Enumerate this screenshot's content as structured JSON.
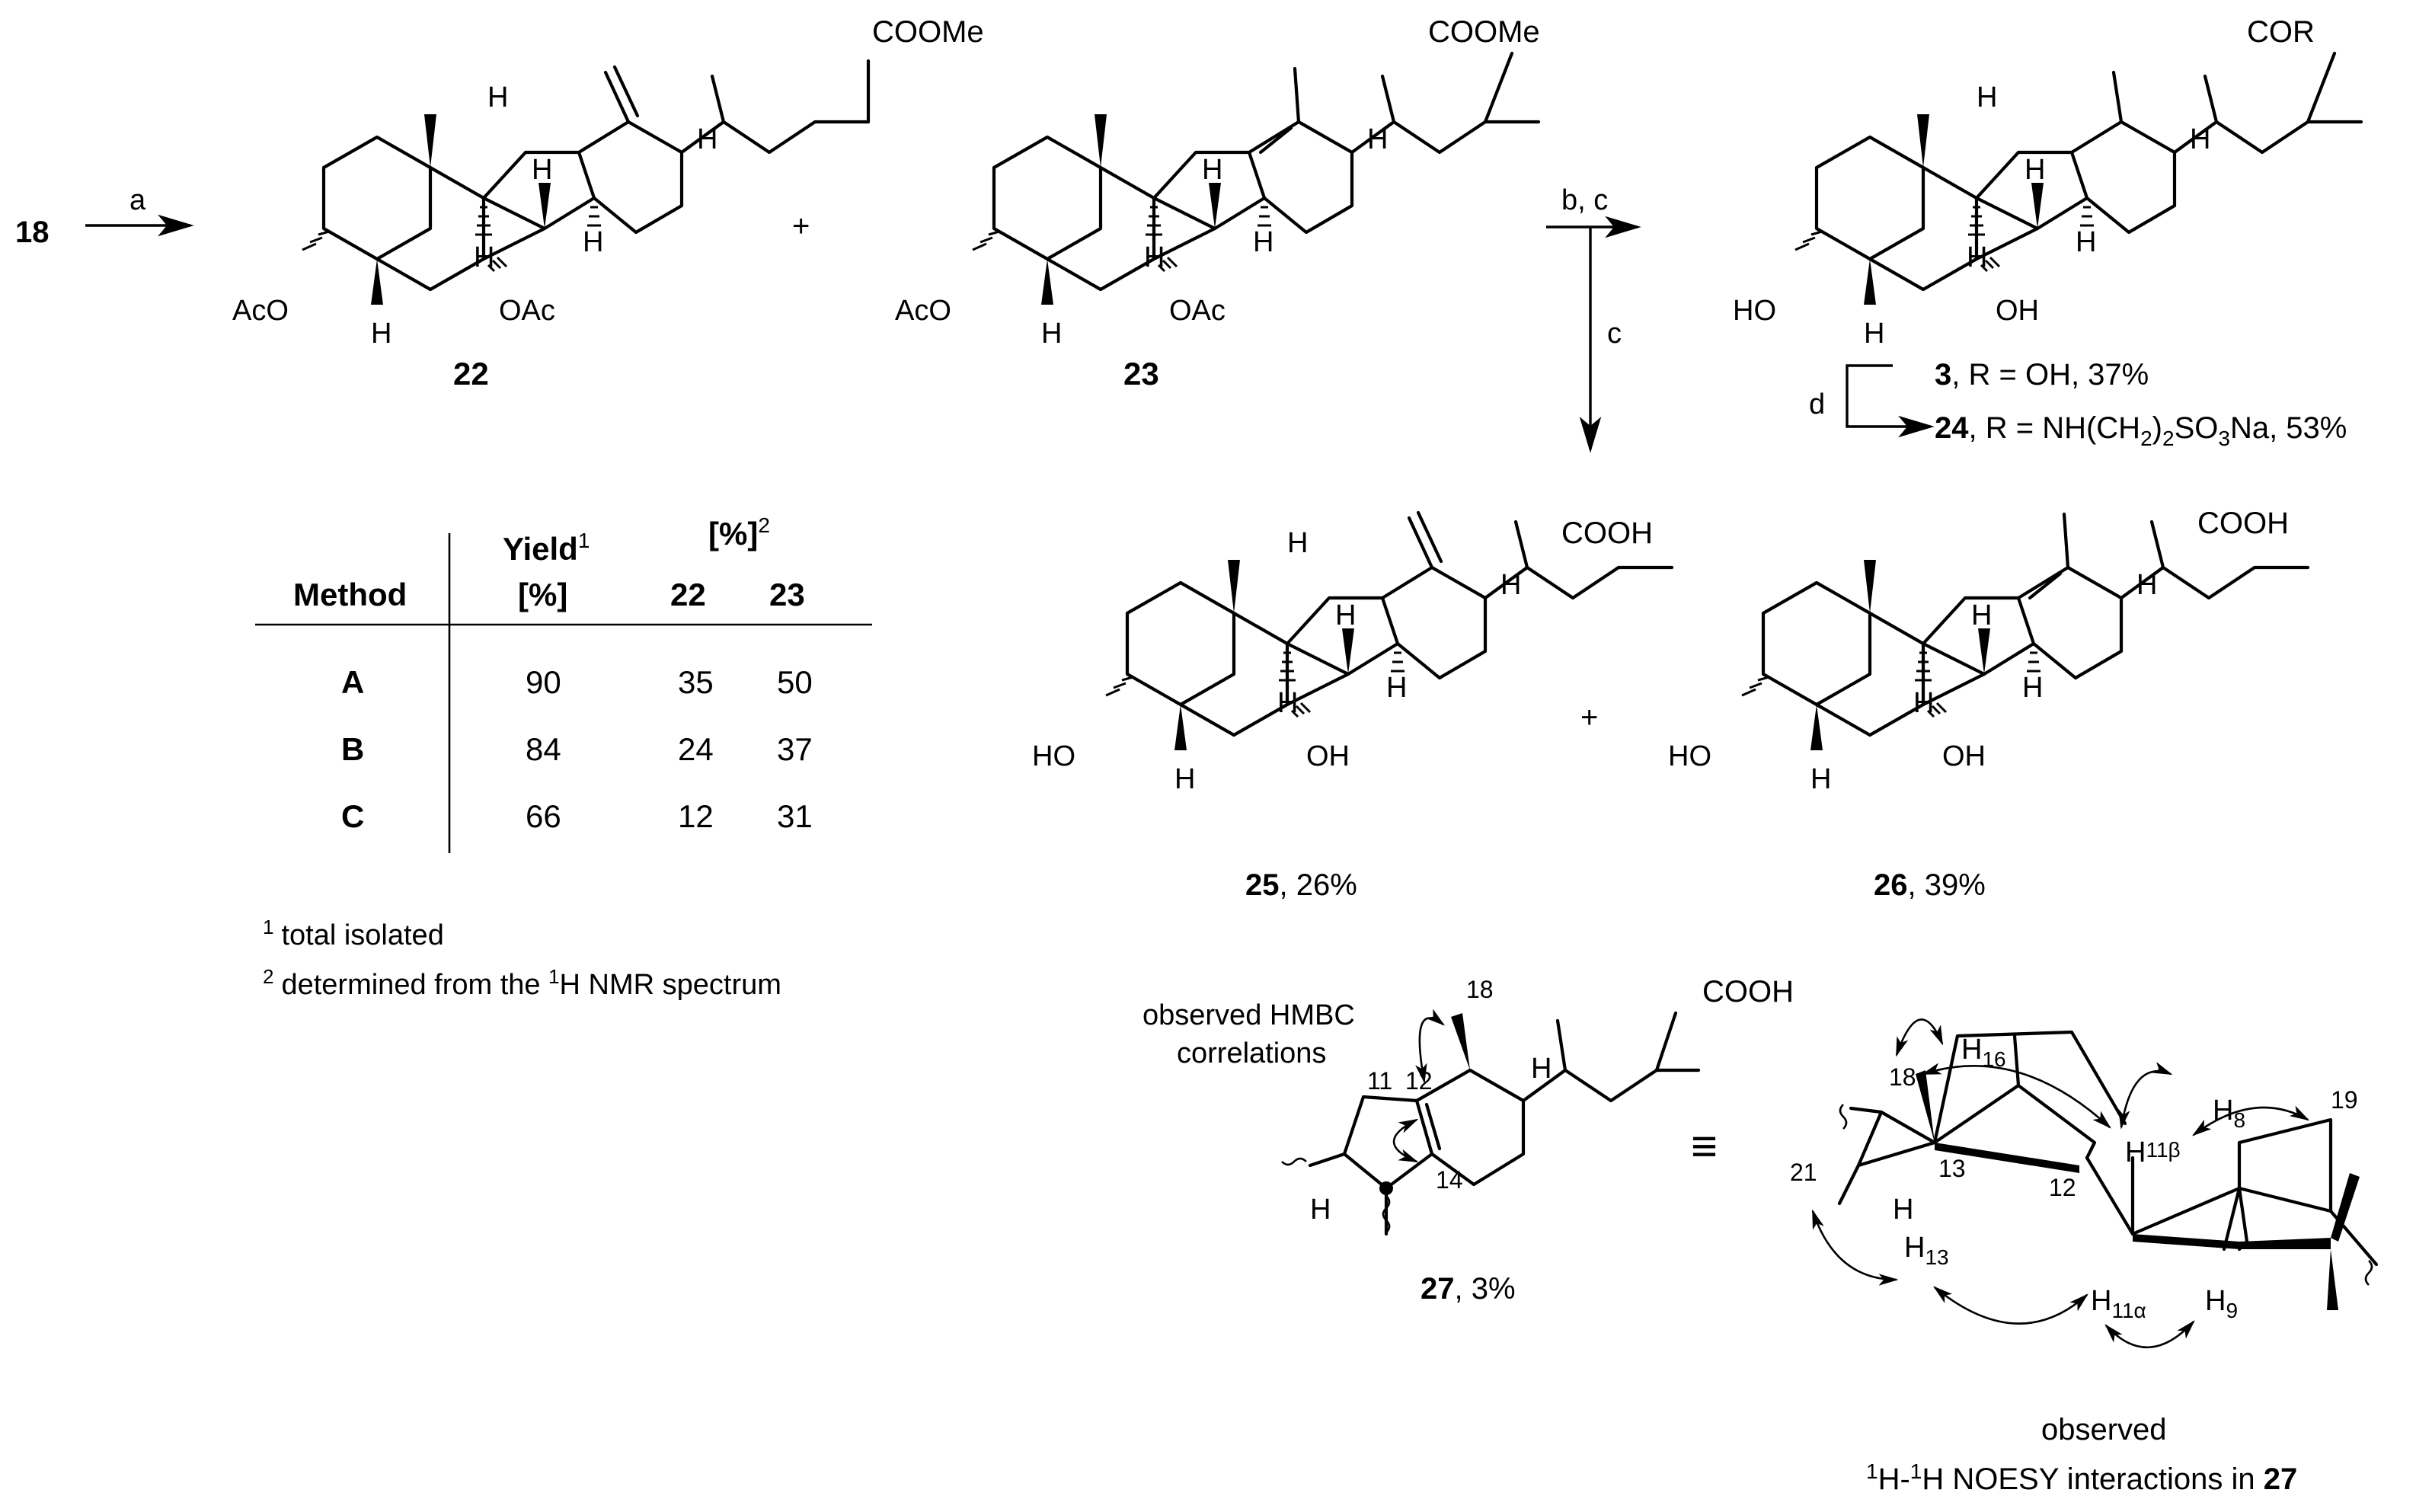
{
  "reagent_labels": {
    "step_a": "a",
    "step_bc": "b, c",
    "step_c": "c",
    "step_d": "d"
  },
  "compounds": {
    "start": "18",
    "c22": "22",
    "c23": "23",
    "c3": "3",
    "c3_suffix": ", R = OH, 37%",
    "c24": "24",
    "c24_suffix_1": ", R = NH(CH",
    "c24_sub_1": "2",
    "c24_suffix_2": ")",
    "c24_sub_2": "2",
    "c24_suffix_3": "SO",
    "c24_sub_3": "3",
    "c24_suffix_4": "Na, 53%",
    "c25": "25",
    "c25_suffix": ", 26%",
    "c26": "26",
    "c26_suffix": ", 39%",
    "c27": "27",
    "c27_suffix": ", 3%"
  },
  "substituents": {
    "cooMe": "COOMe",
    "cooh": "COOH",
    "cor": "COR",
    "aco": "AcO",
    "oac": "OAc",
    "ho": "HO",
    "oh": "OH",
    "h": "H"
  },
  "plus": "+",
  "equiv": "≡",
  "table": {
    "col_method": "Method",
    "col_yield": "Yield",
    "col_yield_sup": "1",
    "col_yield_unit": "[%]",
    "col_ratio": "[%]",
    "col_ratio_sup": "2",
    "col_22": "22",
    "col_23": "23",
    "rows": [
      {
        "method": "A",
        "yield": "90",
        "p22": "35",
        "p23": "50"
      },
      {
        "method": "B",
        "yield": "84",
        "p22": "24",
        "p23": "37"
      },
      {
        "method": "C",
        "yield": "66",
        "p22": "12",
        "p23": "31"
      }
    ]
  },
  "footnotes": {
    "fn1_mark": "1",
    "fn1_text": "total isolated",
    "fn2_mark": "2",
    "fn2_text_1": "determined from the ",
    "fn2_sup": "1",
    "fn2_text_2": "H NMR spectrum"
  },
  "hmbc": {
    "label_line1": "observed HMBC",
    "label_line2": "correlations",
    "atoms": [
      "18",
      "11",
      "12",
      "14"
    ]
  },
  "noesy": {
    "atoms": {
      "h16": "H",
      "h16_sub": "16",
      "h8": "H",
      "h8_sub": "8",
      "h11b": "H",
      "h11b_sub": "11β",
      "h11a": "H",
      "h11a_sub": "11α",
      "h9": "H",
      "h9_sub": "9",
      "h13": "H",
      "h13_sub": "13",
      "n18": "18",
      "n19": "19",
      "n21": "21",
      "n13": "13",
      "n12": "12"
    },
    "caption_line1": "observed",
    "caption_sup1": "1",
    "caption_part1": "H-",
    "caption_sup2": "1",
    "caption_part2": "H NOESY interactions in ",
    "caption_bold": "27"
  }
}
